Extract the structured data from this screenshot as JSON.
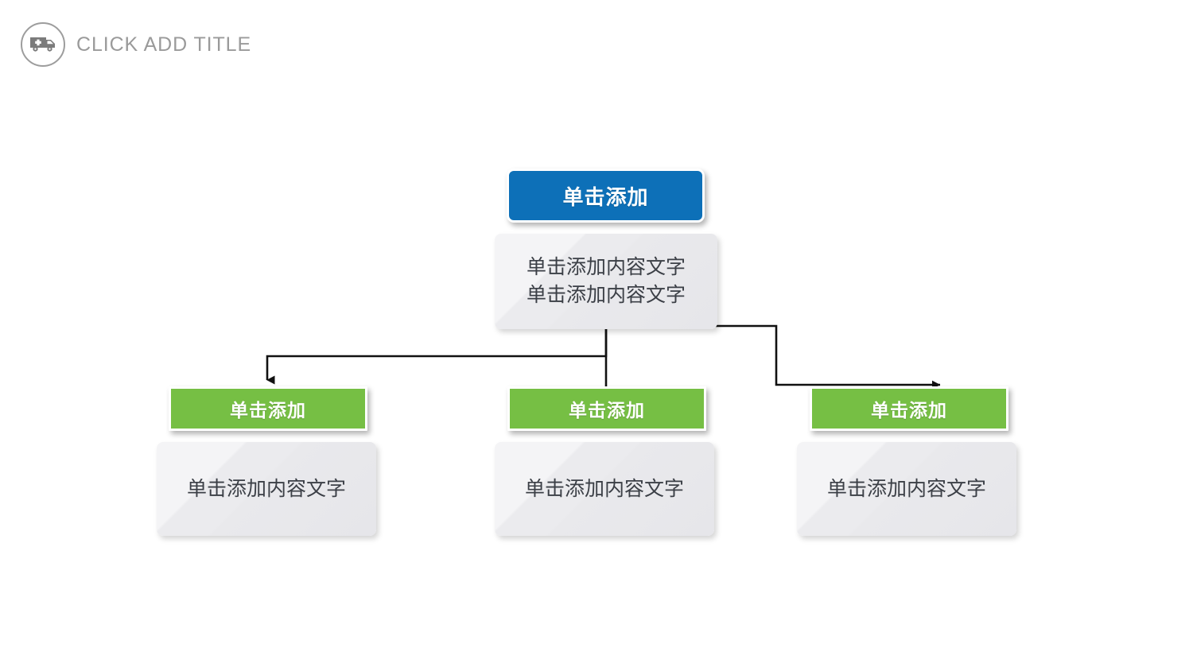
{
  "header": {
    "icon": "ambulance-icon",
    "title": "CLICK ADD TITLE",
    "title_color": "#9a9a9a"
  },
  "colors": {
    "primary_blue": "#0d70b8",
    "accent_green": "#76bf44",
    "panel_gray": "#ebebee",
    "body_text": "#3b3f46",
    "connector": "#1a1a1a"
  },
  "diagram": {
    "type": "org-chart",
    "root": {
      "head_label": "单击添加",
      "body_text": "单击添加内容文字\n单击添加内容文字"
    },
    "children": [
      {
        "head_label": "单击添加",
        "body_text": "单击添加内容文字"
      },
      {
        "head_label": "单击添加",
        "body_text": "单击添加内容文字"
      },
      {
        "head_label": "单击添加",
        "body_text": "单击添加内容文字"
      }
    ]
  }
}
